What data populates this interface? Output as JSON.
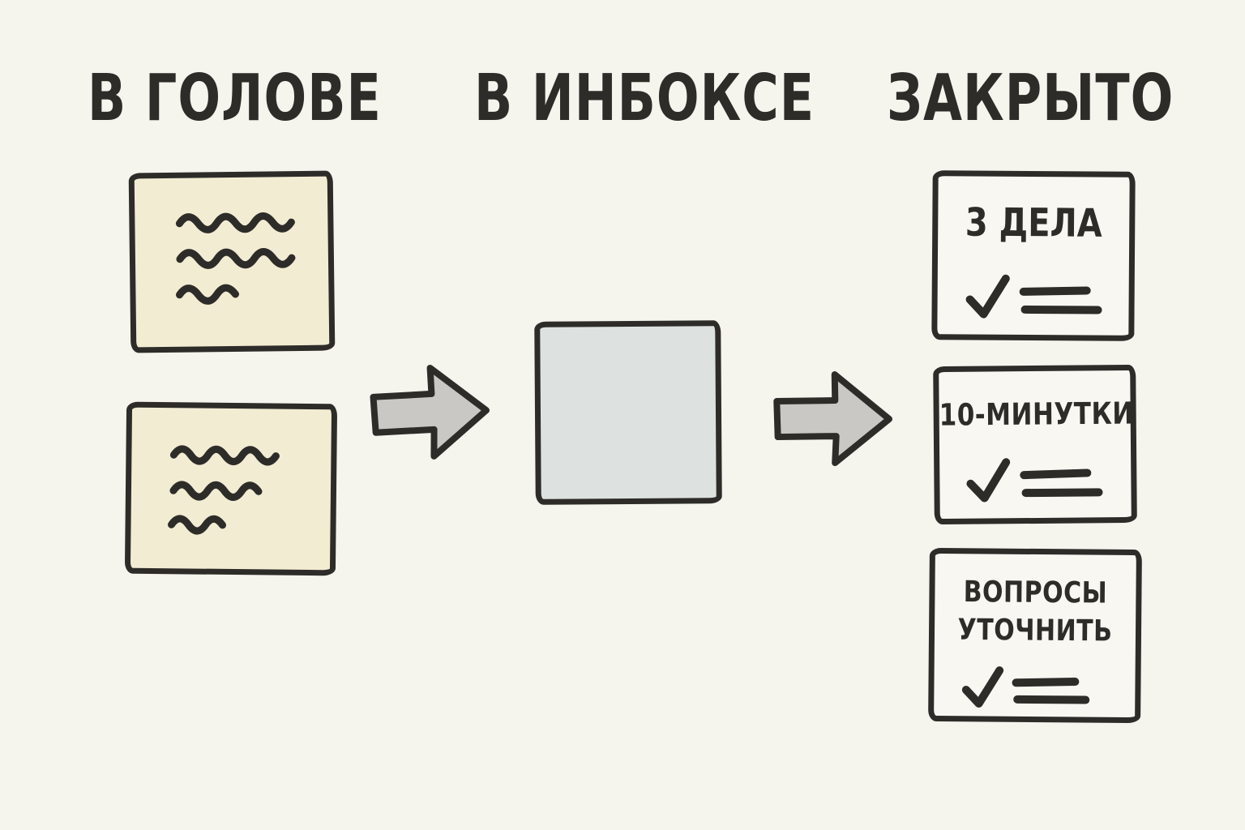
{
  "colors": {
    "bg": "#f5f4ed",
    "ink": "#2e2c29",
    "note": "#f2ecd3",
    "inbox": "#dde2e1",
    "card": "#f8f7f2",
    "arrow": "#c9c8c4"
  },
  "headings": [
    "В ГОЛОВЕ",
    "В ИНБОКСЕ",
    "ЗАКРЫТО"
  ],
  "left_column": {
    "notes": [
      {
        "icon": "scribble-lines-icon",
        "lines": 3
      },
      {
        "icon": "scribble-lines-icon",
        "lines": 3
      }
    ]
  },
  "middle_column": {
    "inbox_square": {
      "icon": "blank-note-icon"
    }
  },
  "right_column": {
    "cards": [
      {
        "title": "3 ДЕЛА",
        "icon": "checkmark-list-icon"
      },
      {
        "title": "10-МИНУТКИ",
        "icon": "checkmark-list-icon"
      },
      {
        "lines": [
          "ВОПРОСЫ",
          "УТОЧНИТЬ"
        ],
        "icon": "checkmark-list-icon"
      }
    ]
  },
  "arrows": [
    {
      "icon": "right-arrow-icon"
    },
    {
      "icon": "right-arrow-icon"
    }
  ]
}
